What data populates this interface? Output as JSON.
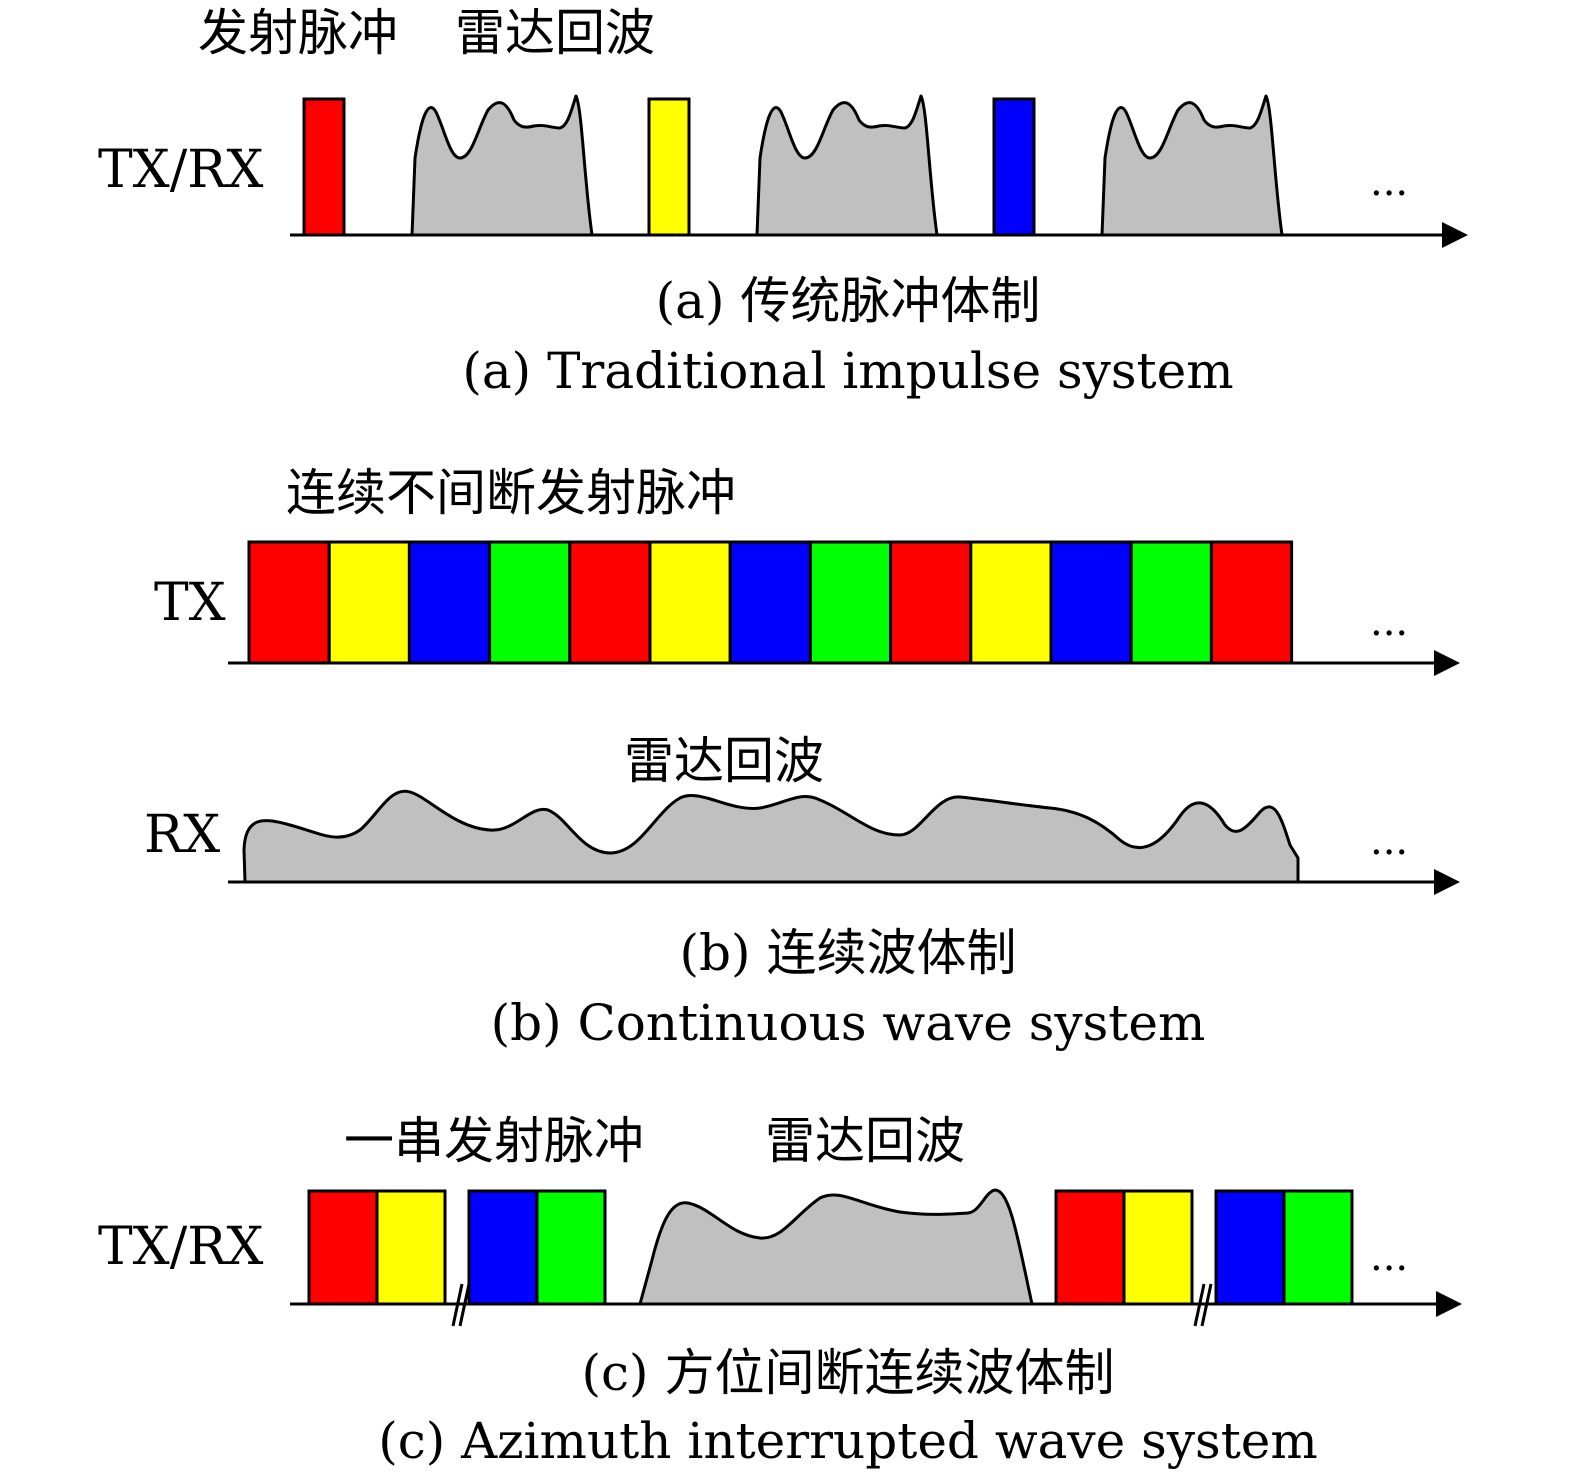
{
  "colors": {
    "red": "#ff0000",
    "yellow": "#ffff00",
    "blue": "#0000ff",
    "green": "#00ff00",
    "echo": "#c0c0c0"
  },
  "panel_a": {
    "label_pulse": "发射脉冲",
    "label_echo": "雷达回波",
    "axis_label": "TX/RX",
    "ellipsis": "...",
    "pulse_colors": [
      "red",
      "yellow",
      "blue"
    ],
    "caption_cn": "(a) 传统脉冲体制",
    "caption_en": "(a) Traditional impulse system"
  },
  "panel_b": {
    "label_pulse": "连续不间断发射脉冲",
    "tx_label": "TX",
    "label_echo": "雷达回波",
    "rx_label": "RX",
    "ellipsis": "...",
    "pulse_colors": [
      "red",
      "yellow",
      "blue",
      "green",
      "red",
      "yellow",
      "blue",
      "green",
      "red",
      "yellow",
      "blue",
      "green",
      "red"
    ],
    "caption_cn": "(b) 连续波体制",
    "caption_en": "(b) Continuous wave system"
  },
  "panel_c": {
    "label_pulse": "一串发射脉冲",
    "label_echo": "雷达回波",
    "axis_label": "TX/RX",
    "ellipsis": "...",
    "pulse_groups": [
      [
        "red",
        "yellow"
      ],
      [
        "blue",
        "green"
      ],
      [
        "red",
        "yellow"
      ],
      [
        "blue",
        "green"
      ]
    ],
    "caption_cn": "(c) 方位间断连续波体制",
    "caption_en": "(c) Azimuth interrupted wave system"
  }
}
